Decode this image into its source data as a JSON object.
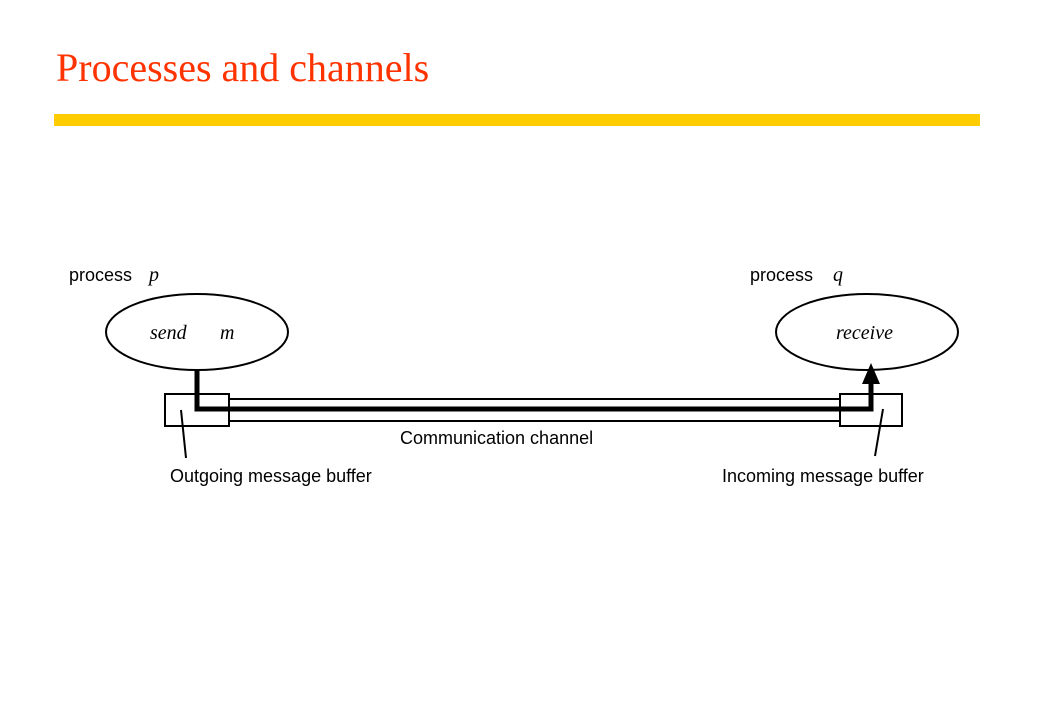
{
  "slide": {
    "title": "Processes and channels",
    "accent_color": "#ff3300",
    "rule_color": "#ffcc00"
  },
  "diagram": {
    "process_p": {
      "label": "process",
      "var": "p",
      "operation": "send",
      "operand": "m"
    },
    "process_q": {
      "label": "process",
      "var": "q",
      "operation": "receive"
    },
    "channel_label": "Communication channel",
    "outgoing_buffer_label": "Outgoing message buffer",
    "incoming_buffer_label": "Incoming message buffer"
  }
}
